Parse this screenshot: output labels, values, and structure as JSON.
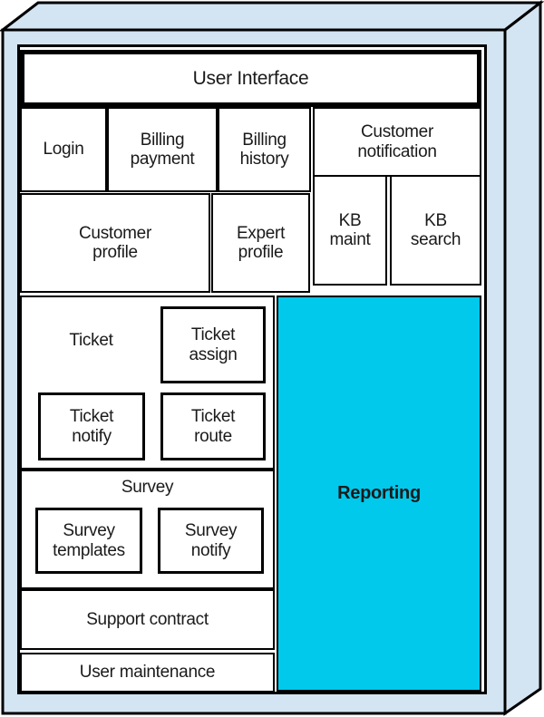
{
  "diagram": {
    "title": "User Interface",
    "modules": {
      "login": "Login",
      "billing_payment": "Billing payment",
      "billing_history": "Billing history",
      "customer_notification": "Customer notification",
      "customer_profile": "Customer profile",
      "expert_profile": "Expert profile",
      "kb_maint": "KB maint",
      "kb_search": "KB search",
      "ticket": "Ticket",
      "ticket_assign": "Ticket assign",
      "ticket_notify": "Ticket notify",
      "ticket_route": "Ticket route",
      "survey": "Survey",
      "survey_templates": "Survey templates",
      "survey_notify": "Survey notify",
      "support_contract": "Support contract",
      "user_maintenance": "User maintenance",
      "reporting": "Reporting"
    },
    "colors": {
      "container_blue": "#d3e4f2",
      "highlight_cyan": "#00c9ec",
      "box_background": "#ffffff",
      "border_black": "#000000",
      "text": "#1a1a1a"
    }
  }
}
